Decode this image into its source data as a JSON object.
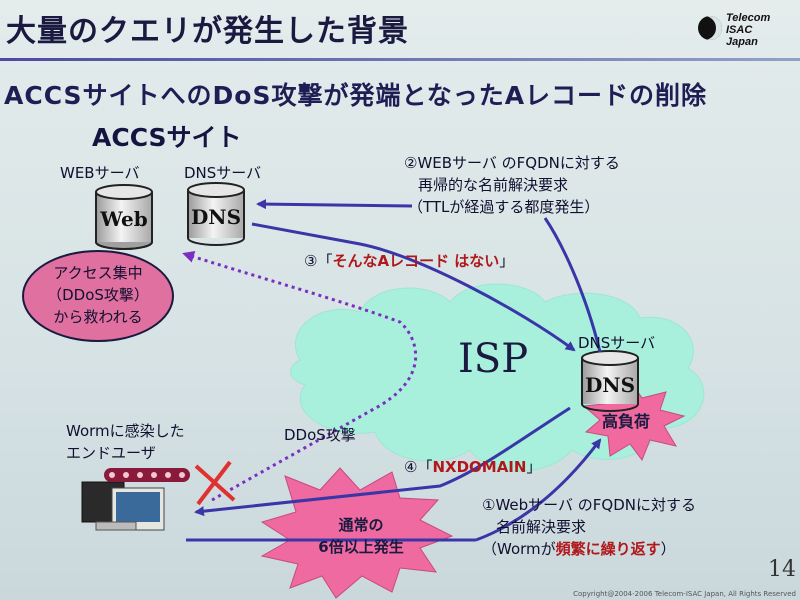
{
  "slide": {
    "title": "大量のクエリが発生した背景",
    "subtitle": "ACCSサイトへのDoS攻撃が発端となったAレコードの削除",
    "page_number": "14",
    "copyright": "Copyright@2004-2006 Telecom-ISAC Japan, All Rights Reserved"
  },
  "logo": {
    "line1": "Telecom",
    "line2": "ISAC",
    "line3": "Japan"
  },
  "accs": {
    "site_label": "ACCSサイト",
    "web_server_label": "WEBサーバ",
    "dns_server_label": "DNSサーバ",
    "web_cylinder": "Web",
    "dns_cylinder": "DNS",
    "rescued_line1": "アクセス集中",
    "rescued_line2": "（DDoS攻撃）",
    "rescued_line3": "から救われる"
  },
  "isp": {
    "cloud_label": "ISP",
    "dns_server_label": "DNSサーバ",
    "dns_cylinder": "DNS",
    "high_load": "高負荷"
  },
  "user": {
    "label_line1": "Wormに感染した",
    "label_line2": "エンドユーザ"
  },
  "notes": {
    "step1_line1": "①Webサーバ のFQDNに対する",
    "step1_line2": "名前解決要求",
    "step1_line3_pre": "（Wormが",
    "step1_line3_red": "頻繁に繰り返す",
    "step1_line3_post": "）",
    "step2_line1": "②WEBサーバ のFQDNに対する",
    "step2_line2": "再帰的な名前解決要求",
    "step2_line3": "（TTLが経過する都度発生）",
    "step3_pre": "③「",
    "step3_red": "そんなAレコード はない",
    "step3_post": "」",
    "step4_pre": "④「",
    "step4_red": "NXDOMAIN",
    "step4_post": "」",
    "ddos_label": "DDoS攻撃",
    "burst_line1": "通常の",
    "burst_line2": "6倍以上発生"
  },
  "colors": {
    "arrow": "#3a36a8",
    "dotted_arrow": "#7a2fc0",
    "cloud": "#a8f0dc",
    "rescued_bubble": "#e070a0",
    "burst": "#ee6aa0",
    "high_load_burst": "#f06aa0",
    "red_text": "#b0181c",
    "cross": "#e03030"
  }
}
